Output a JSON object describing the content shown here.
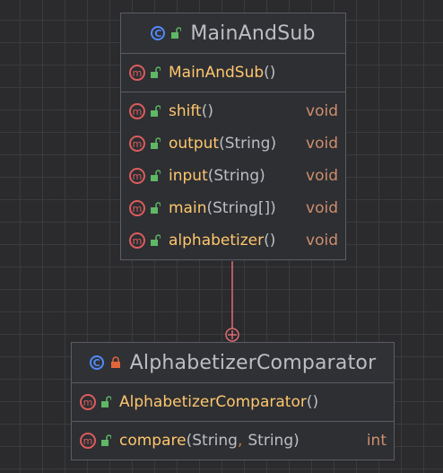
{
  "colors": {
    "background": "#2b2b2d",
    "grid": "#3a3b3e",
    "class_icon": "#548af7",
    "method_icon": "#db5c5c",
    "public_lock": "#5fb865",
    "private_lock": "#e0663c",
    "method_name": "#ffc66d",
    "return_type": "#cf8e6d",
    "connector": "#e06c75"
  },
  "main_class": {
    "name": "MainAndSub",
    "icon": "class-icon",
    "constructor": {
      "name": "MainAndSub",
      "open": "(",
      "close": ")"
    },
    "methods": [
      {
        "name": "shift",
        "open": "(",
        "params": "",
        "close": ")",
        "return_type": "void"
      },
      {
        "name": "output",
        "open": "(",
        "params": "String",
        "close": ")",
        "return_type": "void"
      },
      {
        "name": "input",
        "open": "(",
        "params": "String",
        "close": ")",
        "return_type": "void"
      },
      {
        "name": "main",
        "open": "(",
        "params": "String[]",
        "close": ")",
        "return_type": "void"
      },
      {
        "name": "alphabetizer",
        "open": "(",
        "params": "",
        "close": ")",
        "return_type": "void"
      }
    ]
  },
  "inner_class": {
    "name": "AlphabetizerComparator",
    "icon": "class-icon",
    "constructor": {
      "name": "AlphabetizerComparator",
      "open": "(",
      "close": ")"
    },
    "methods": [
      {
        "name": "compare",
        "open": "(",
        "param1": "String",
        "comma": ",",
        "param2": "String",
        "close": ")",
        "return_type": "int"
      }
    ]
  },
  "relation": {
    "type": "inner-class",
    "marker": "circle-plus"
  }
}
